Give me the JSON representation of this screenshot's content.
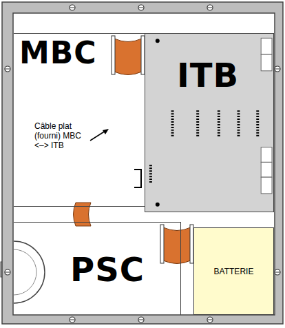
{
  "diagram": {
    "nodes": [
      {
        "text": [
          "MBC"
        ]
      },
      {
        "text": [
          "ITB"
        ]
      },
      {
        "text": [
          "PSC"
        ]
      },
      {
        "text": [
          "BATTERIE"
        ]
      }
    ],
    "edges": [
      {
        "from": 0,
        "to": 1,
        "arrow": "none"
      },
      {
        "from": 0,
        "to": 2,
        "arrow": "none"
      },
      {
        "from": 2,
        "to": 3,
        "arrow": "none"
      }
    ],
    "labels": [
      "Câble plat (fourni) MBC <–> ITB"
    ]
  }
}
